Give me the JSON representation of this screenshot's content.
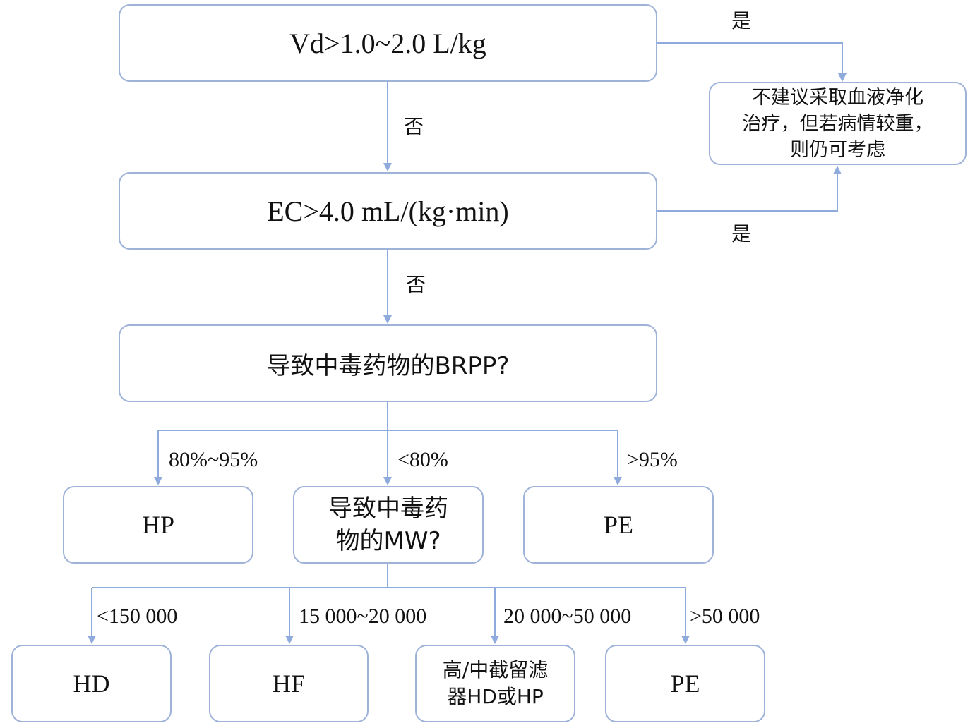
{
  "nodes": {
    "vd": "Vd>1.0~2.0 L/kg",
    "ec": "EC>4.0 mL/(kg·min)",
    "brpp": "导致中毒药物的BRPP?",
    "not_recommended": [
      "不建议采取血液净化",
      "治疗，但若病情较重，",
      "则仍可考虑"
    ],
    "hp": "HP",
    "mw": [
      "导致中毒药",
      "物的MW?"
    ],
    "pe_brpp": "PE",
    "hd": "HD",
    "hf": "HF",
    "high_flux": [
      "高/中截留滤",
      "器HD或HP"
    ],
    "pe_mw": "PE"
  },
  "labels": {
    "yes_vd": "是",
    "yes_ec": "是",
    "no_vd": "否",
    "no_ec": "否",
    "brpp_80_95": "80%~95%",
    "brpp_lt80": "<80%",
    "brpp_gt95": ">95%",
    "mw_lt150000": "<150 000",
    "mw_15000_20000": "15 000~20 000",
    "mw_20000_50000": "20 000~50 000",
    "mw_gt50000": ">50 000"
  },
  "colors": {
    "line": "#8faadc",
    "border": "#9fb3d9"
  }
}
